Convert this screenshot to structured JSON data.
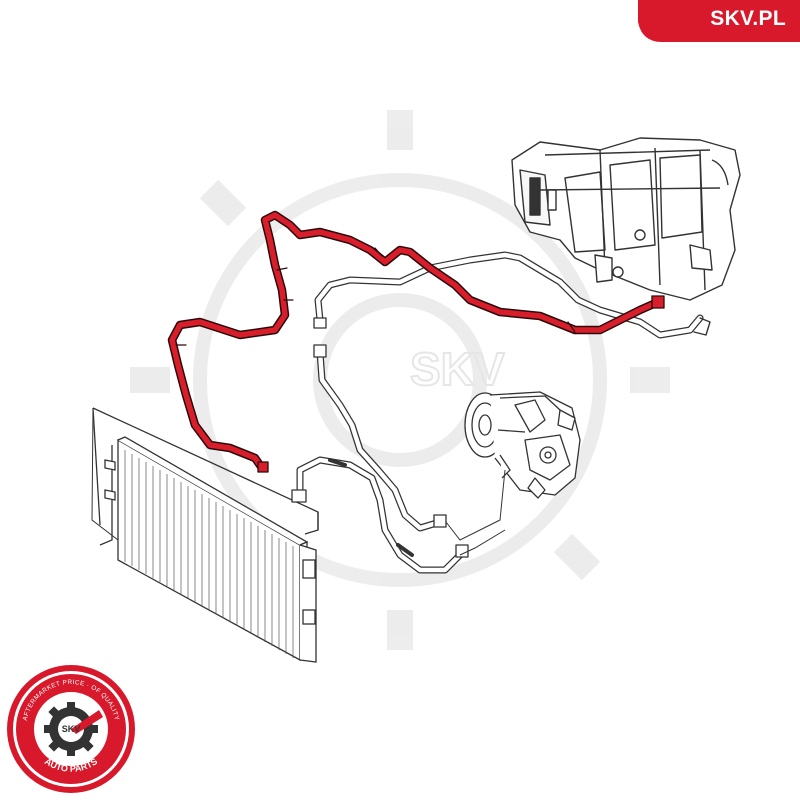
{
  "brand": {
    "site_label": "SKV.PL",
    "accent_color": "#d7192b"
  },
  "watermark": {
    "text": "SKV"
  },
  "seal": {
    "center_text": "SKV",
    "ring_text_top": "AFTERMARKET PRICE · OF QUALITY",
    "ring_text_bottom": "AUTO PARTS",
    "icon": "gear-wrench-icon"
  },
  "diagram": {
    "highlighted_part": "ac-pressure-hose",
    "highlight_color": "#d81e2a",
    "line_color": "#333333",
    "components": [
      "condenser",
      "compressor",
      "evaporator-housing",
      "ac-hose-lines"
    ]
  }
}
